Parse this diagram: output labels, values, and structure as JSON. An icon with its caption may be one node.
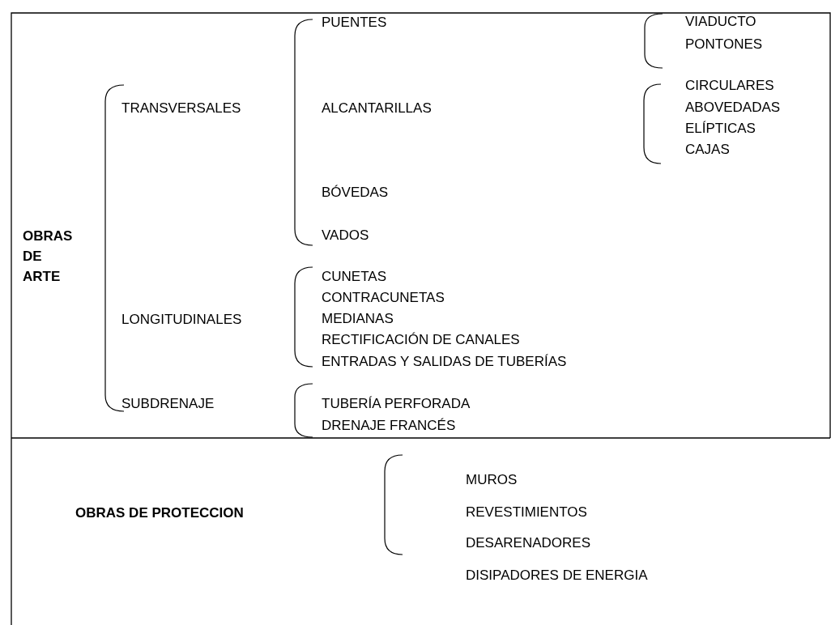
{
  "diagram": {
    "labels": [
      "OBRAS DE ARTE",
      "TRANSVERSALES",
      "PUENTES",
      "VIADUCTO",
      "PONTONES",
      "ALCANTARILLAS",
      "CIRCULARES",
      "ABOVEDADAS",
      "ELÍPTICAS",
      "CAJAS",
      "BÓVEDAS",
      "VADOS",
      "LONGITUDINALES",
      "CUNETAS",
      "CONTRACUNETAS",
      "MEDIANAS",
      "RECTIFICACIÓN DE CANALES",
      "ENTRADAS Y SALIDAS DE TUBERÍAS",
      "SUBDRENAJE",
      "TUBERÍA PERFORADA",
      "DRENAJE FRANCÉS",
      "OBRAS DE PROTECCION",
      "MUROS",
      "REVESTIMIENTOS",
      "DESARENADORES",
      "DISIPADORES DE ENERGIA"
    ]
  }
}
